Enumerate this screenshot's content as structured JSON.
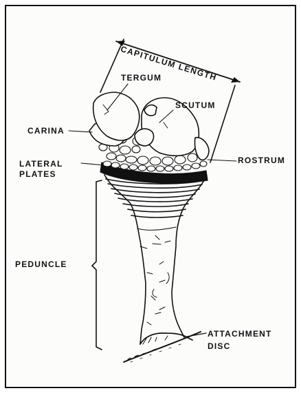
{
  "labels": {
    "capitulum_length": "CAPITULUM LENGTH",
    "tergum": "TERGUM",
    "scutum": "SCUTUM",
    "carina": "CARINA",
    "rostrum": "ROSTRUM",
    "lateral_plates_line1": "LATERAL",
    "lateral_plates_line2": "PLATES",
    "peduncle": "PEDUNCLE",
    "attachment_disc_line1": "ATTACHMENT",
    "attachment_disc_line2": "DISC"
  },
  "colors": {
    "ink": "#111111",
    "paper": "#fcfcfb"
  }
}
